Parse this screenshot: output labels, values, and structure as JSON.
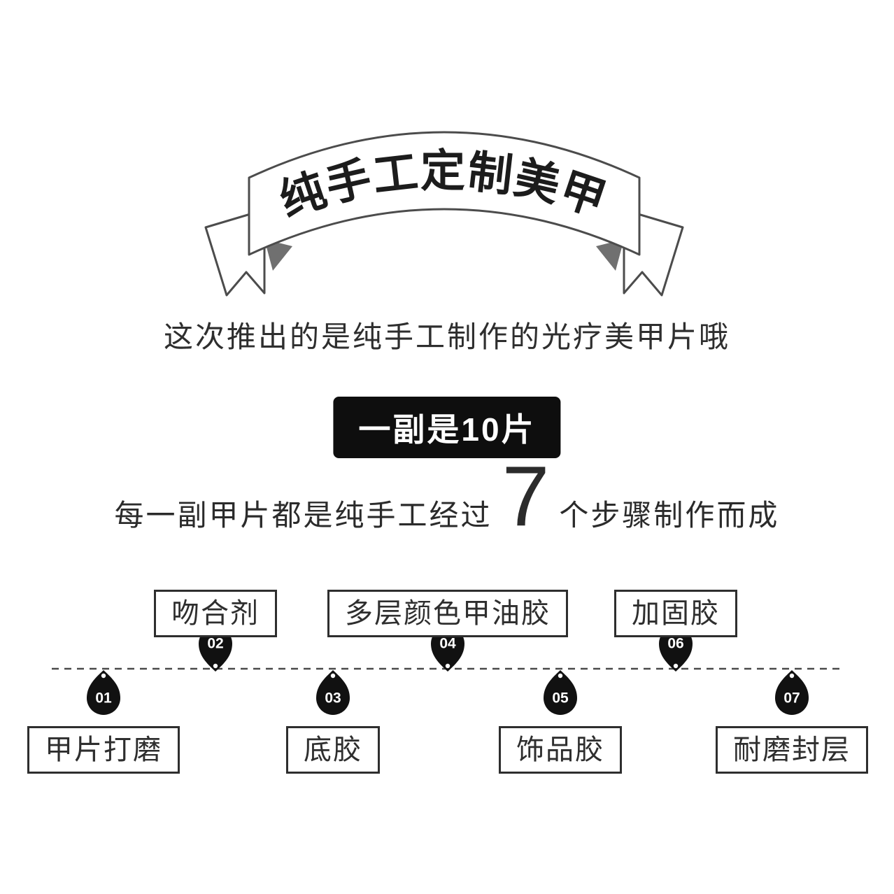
{
  "banner": {
    "title": "纯手工定制美甲"
  },
  "intro": {
    "subtitle": "这次推出的是纯手工制作的光疗美甲片哦"
  },
  "badge": {
    "label": "一副是10片"
  },
  "steps_line": {
    "prefix": "每一副甲片都是纯手工经过",
    "count": "7",
    "suffix": "个步骤制作而成"
  },
  "timeline": {
    "steps": [
      {
        "num": "01",
        "label": "甲片打磨",
        "position": "below"
      },
      {
        "num": "02",
        "label": "吻合剂",
        "position": "above"
      },
      {
        "num": "03",
        "label": "底胶",
        "position": "below"
      },
      {
        "num": "04",
        "label": "多层颜色甲油胶",
        "position": "above"
      },
      {
        "num": "05",
        "label": "饰品胶",
        "position": "below"
      },
      {
        "num": "06",
        "label": "加固胶",
        "position": "above"
      },
      {
        "num": "07",
        "label": "耐磨封层",
        "position": "below"
      }
    ]
  },
  "colors": {
    "ink": "#2b2b2b",
    "badge_bg": "#0e0e0e",
    "box_border": "#2e2e2e",
    "ribbon_outline": "#4c4c4c",
    "drop_fill": "#111111",
    "dashed_line": "#4a4a4a"
  }
}
